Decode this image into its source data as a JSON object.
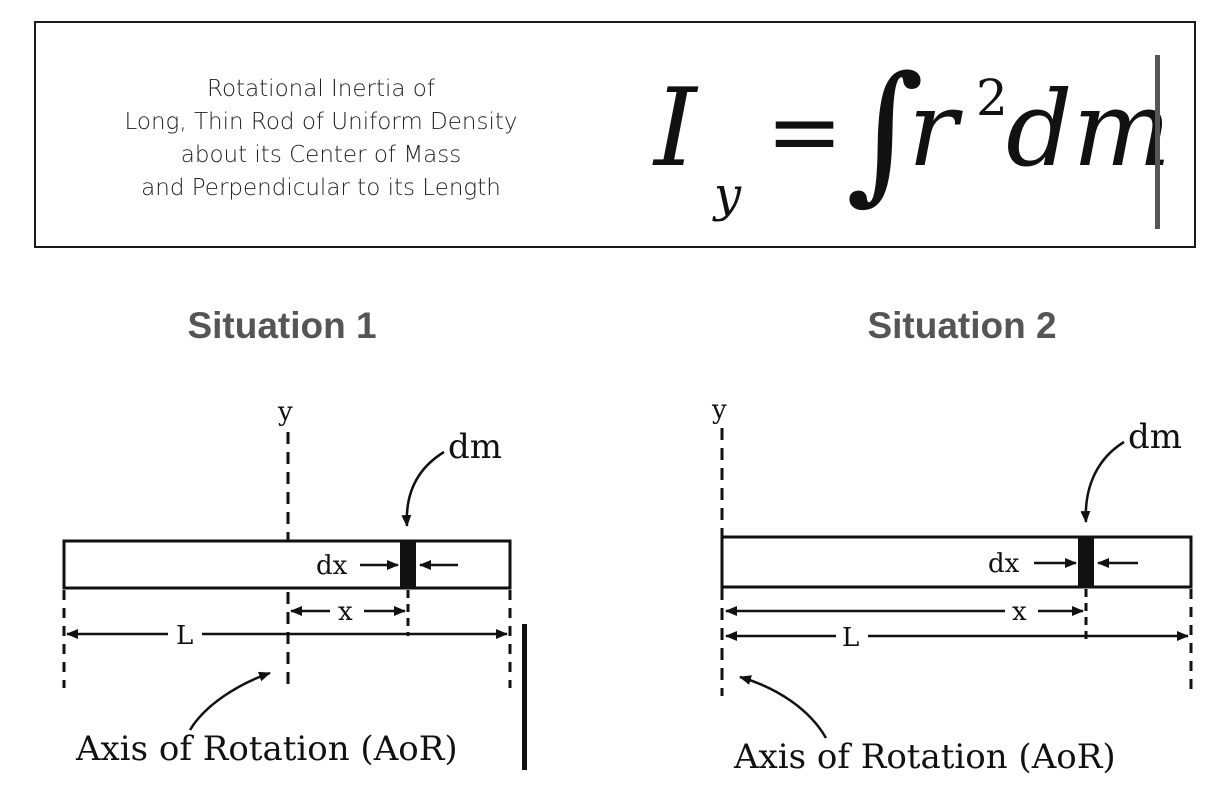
{
  "header": {
    "description_lines": [
      "Rotational Inertia of",
      "Long, Thin Rod of Uniform Density",
      "about its Center of Mass",
      "and Perpendicular to its Length"
    ],
    "formula": {
      "symbol": "I",
      "subscript": "y",
      "equals": "=",
      "integral": "∫",
      "r": "r",
      "exponent": "2",
      "dm": "dm"
    }
  },
  "situations": [
    {
      "title": "Situation 1",
      "axis_label": "y",
      "dm_label": "dm",
      "dx_label": "dx",
      "x_label": "x",
      "length_label": "L",
      "axis_caption": "Axis of Rotation (AoR)"
    },
    {
      "title": "Situation 2",
      "axis_label": "y",
      "dm_label": "dm",
      "dx_label": "dx",
      "x_label": "x",
      "length_label": "L",
      "axis_caption": "Axis of Rotation (AoR)"
    }
  ]
}
